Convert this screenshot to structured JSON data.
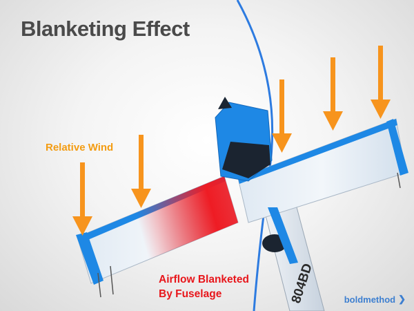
{
  "title": "Blanketing Effect",
  "labels": {
    "relative_wind": "Relative Wind",
    "airflow_line1": "Airflow Blanketed",
    "airflow_line2": "By Fuselage"
  },
  "aircraft_registration": "804BD",
  "brand": {
    "name": "boldmethod",
    "icon": "chevron-right-icon"
  },
  "colors": {
    "arrow": "#f7941d",
    "blanketed_zone": "#ee1c24",
    "aircraft_blue": "#1e88e5",
    "prop_arc": "#2d7be0",
    "title": "#4a4a4a",
    "wind_label": "#f39c12",
    "brand": "#3d7fd0"
  }
}
